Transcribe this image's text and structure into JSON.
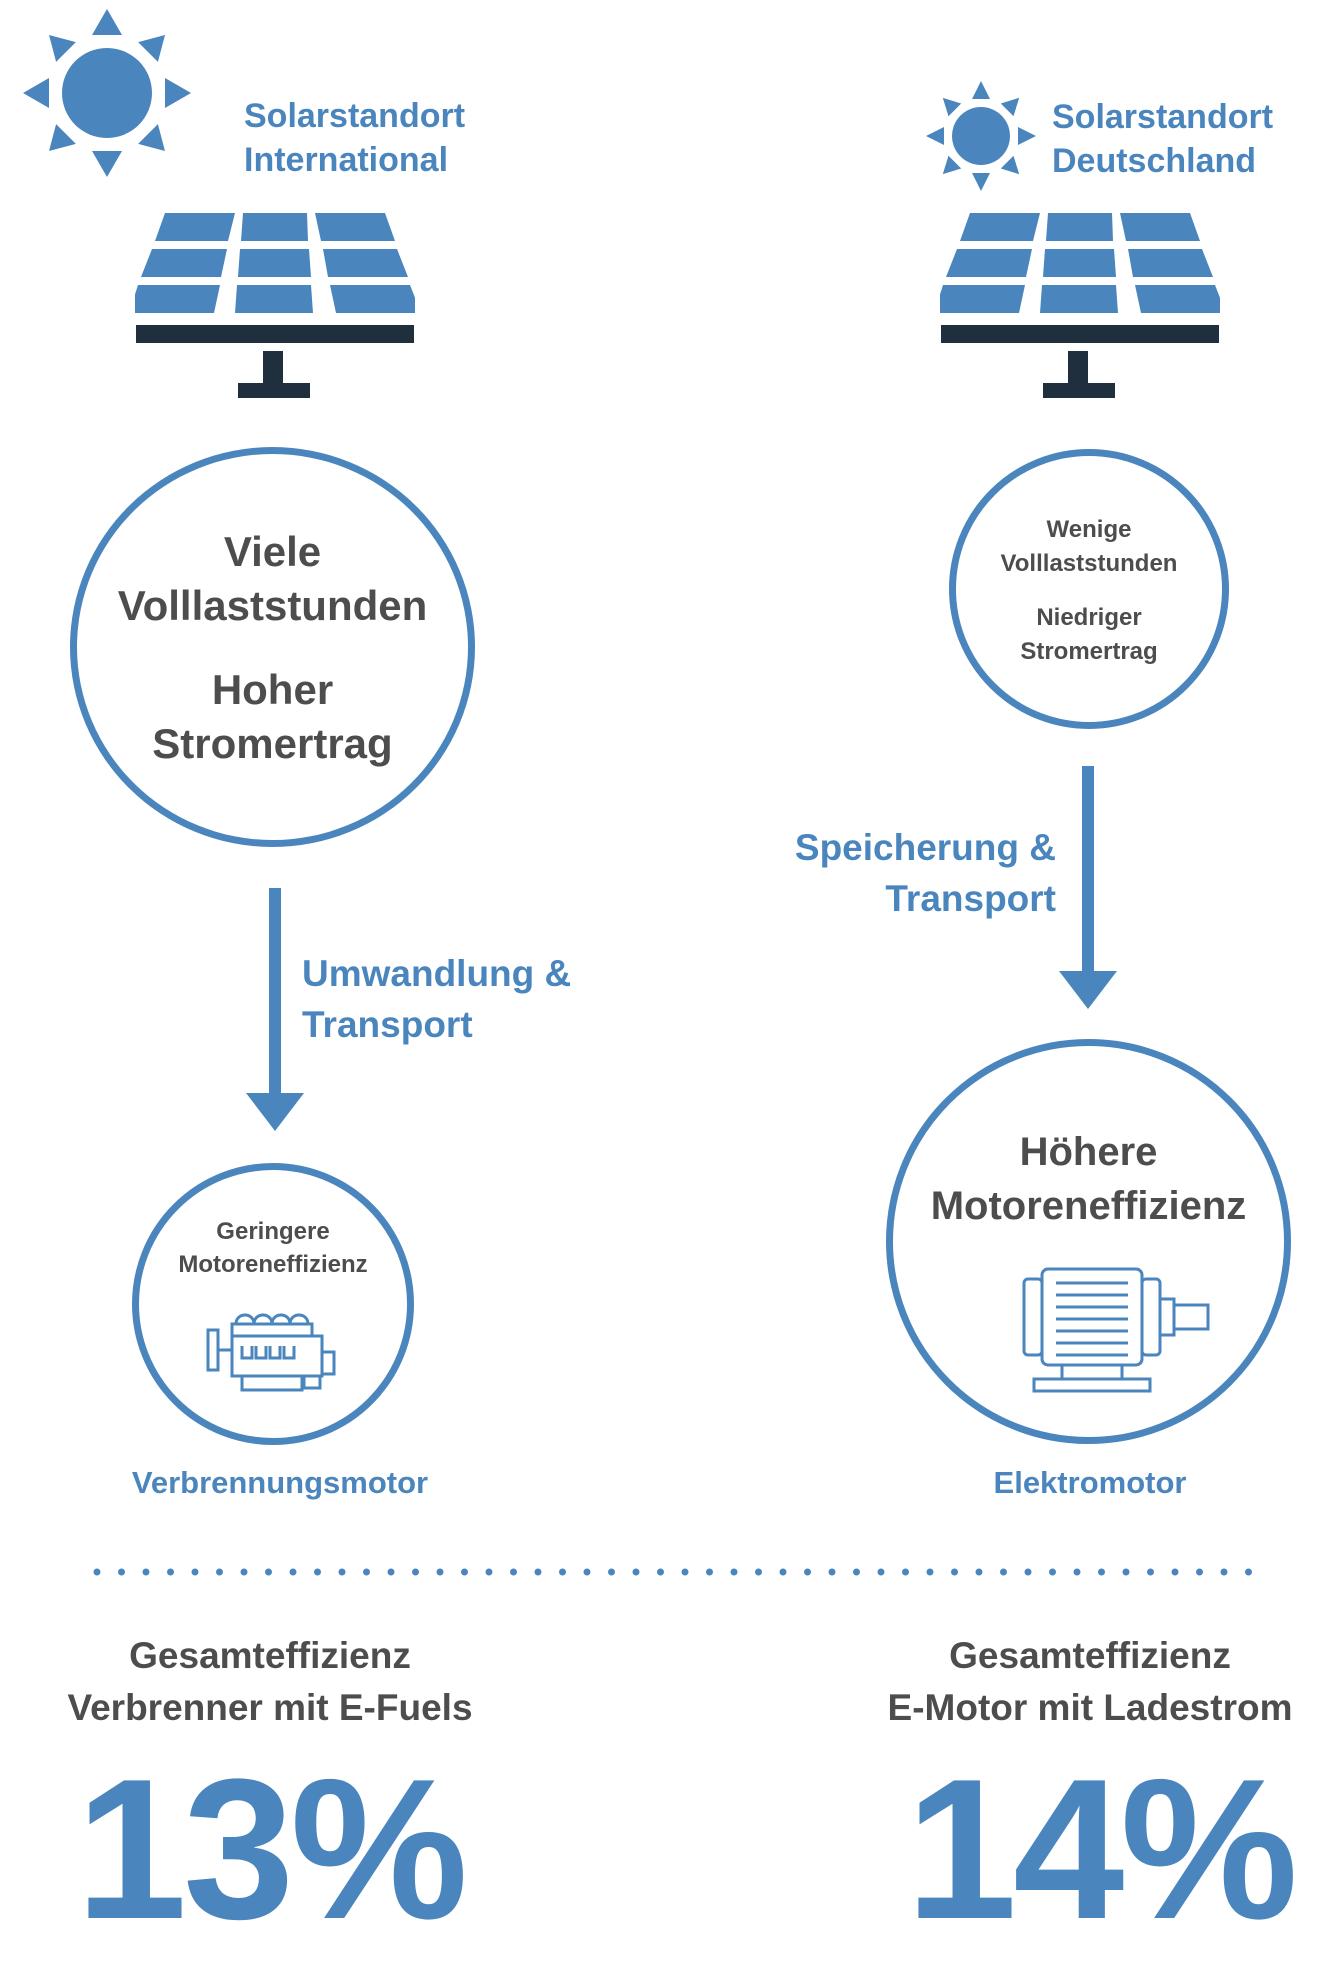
{
  "left": {
    "site_title_line1": "Solarstandort",
    "site_title_line2": "International",
    "circle_line1": "Viele",
    "circle_line2": "Volllaststunden",
    "circle_line3": "Hoher",
    "circle_line4": "Stromertrag",
    "arrow_label_line1": "Umwandlung &",
    "arrow_label_line2": "Transport",
    "motor_line1": "Geringere",
    "motor_line2": "Motoreneffizienz",
    "motor_name": "Verbrennungsmotor",
    "total_line1": "Gesamteffizienz",
    "total_line2": "Verbrenner mit E-Fuels",
    "percent": "13%"
  },
  "right": {
    "site_title_line1": "Solarstandort",
    "site_title_line2": "Deutschland",
    "circle_line1": "Wenige",
    "circle_line2": "Volllaststunden",
    "circle_line3": "Niedriger",
    "circle_line4": "Stromertrag",
    "arrow_label_line1": "Speicherung &",
    "arrow_label_line2": "Transport",
    "motor_line1": "Höhere",
    "motor_line2": "Motoreneffizienz",
    "motor_name": "Elektromotor",
    "total_line1": "Gesamteffizienz",
    "total_line2": "E-Motor mit Ladestrom",
    "percent": "14%"
  },
  "colors": {
    "accent": "#4a86bd",
    "text": "#4d4d4d",
    "panel_dark": "#1f2f3d"
  },
  "icons": [
    "sun-icon",
    "solar-panel-icon",
    "combustion-engine-icon",
    "electric-motor-icon",
    "down-arrow-icon"
  ]
}
